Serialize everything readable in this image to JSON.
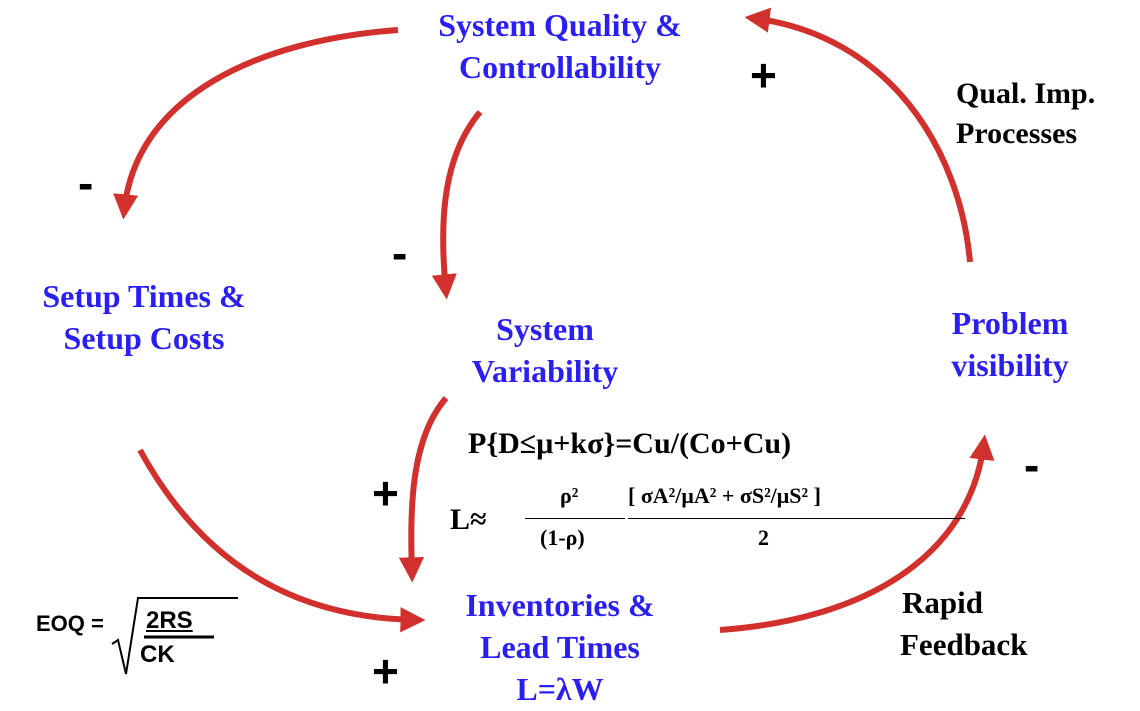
{
  "colors": {
    "node_text": "#2a1ff2",
    "arrow": "#d2302d",
    "label_text": "#000000"
  },
  "nodes": {
    "system_quality": [
      "System Quality &",
      "Controllability"
    ],
    "setup_times": [
      "Setup Times &",
      "Setup Costs"
    ],
    "system_variability": [
      "System",
      "Variability"
    ],
    "problem_visibility": [
      "Problem",
      "visibility"
    ],
    "inventories": [
      "Inventories &",
      "Lead Times",
      "L=λW"
    ]
  },
  "labels": {
    "qual_imp": [
      "Qual. Imp.",
      "Processes"
    ],
    "rapid_feedback": [
      "Rapid",
      "Feedback"
    ]
  },
  "signs": {
    "quality_to_setup": "-",
    "quality_to_variability": "-",
    "visibility_to_quality": "+",
    "variability_to_inventories": "+",
    "setup_to_inventories": "+",
    "inventories_to_visibility": "-"
  },
  "formulas": {
    "newsvendor": "P{D≤μ+kσ}=Cu/(Co+Cu)",
    "queue": {
      "lhs": "L≈",
      "rho_num": "ρ²",
      "rho_den": "(1-ρ)",
      "bracket": "[ σA²/μA² + σS²/μS² ]",
      "den": "2"
    },
    "eoq": {
      "lhs": "EOQ =",
      "num": "2RS",
      "den": "CK"
    }
  }
}
